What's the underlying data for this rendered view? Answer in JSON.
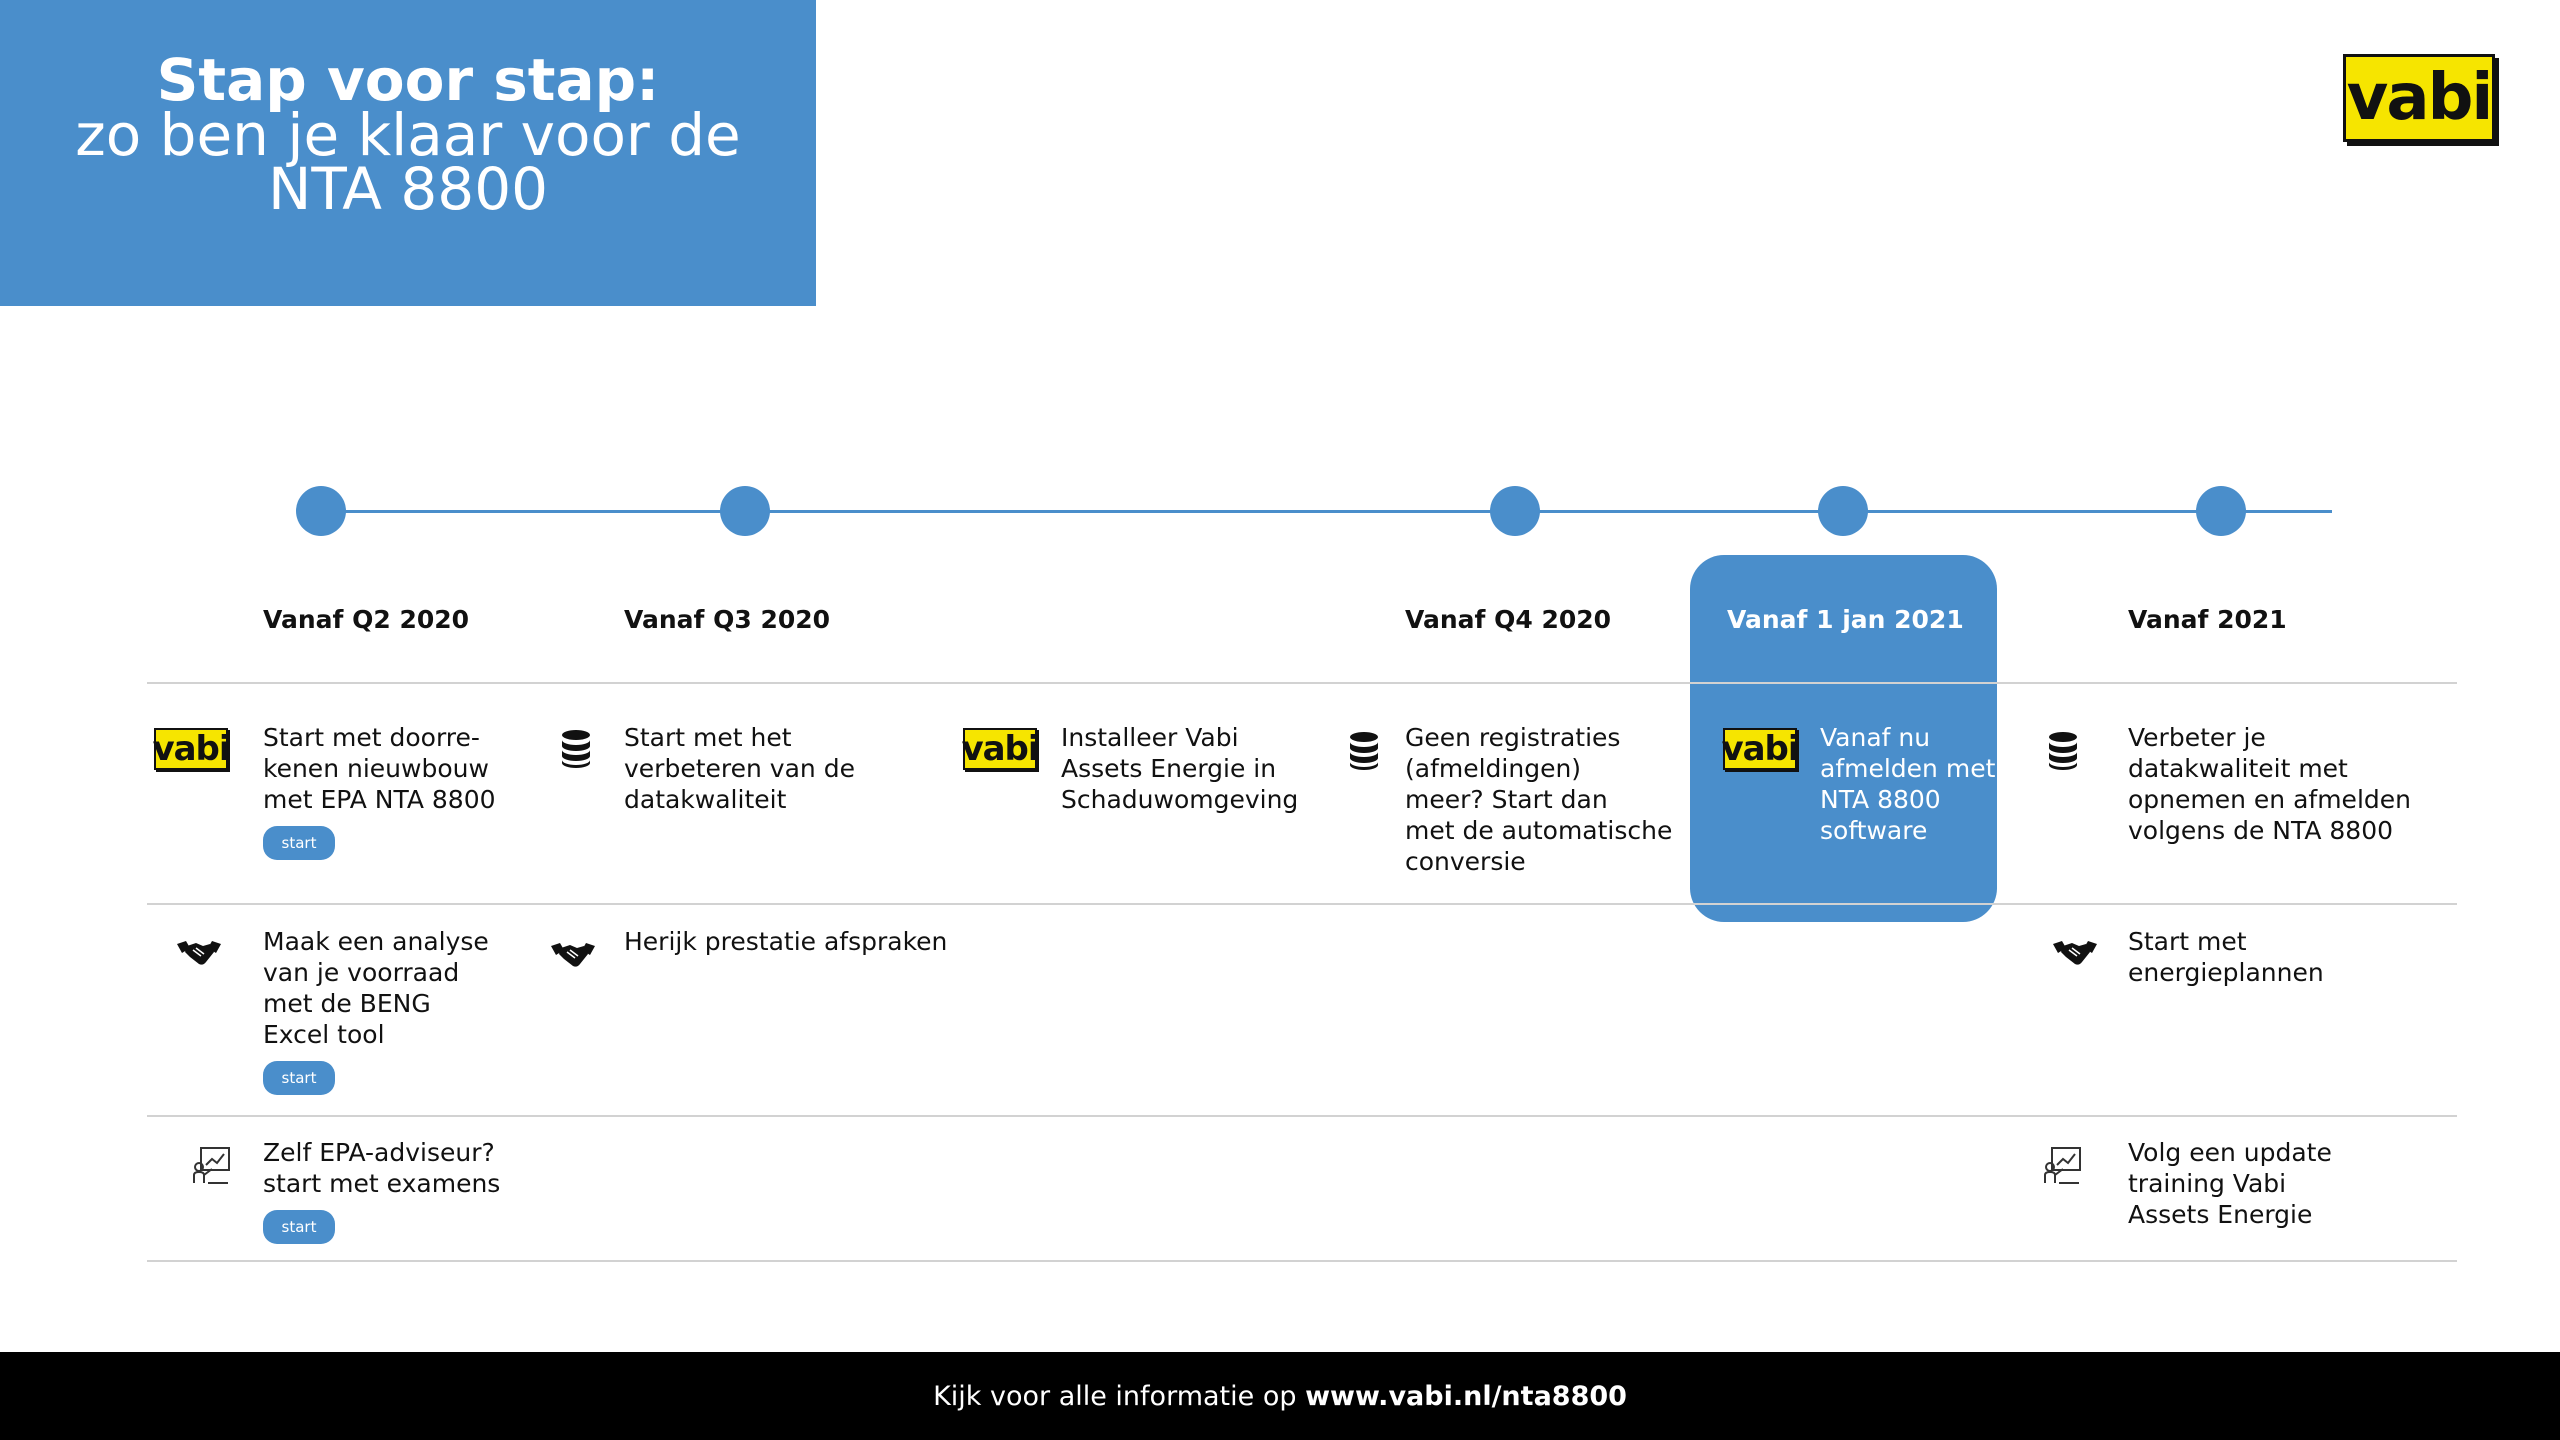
{
  "hero": {
    "line1": "Stap voor stap:",
    "line2": "zo ben je klaar voor de",
    "line3": "NTA 8800"
  },
  "brand": {
    "logo_text": "vabi"
  },
  "columns": [
    "Vanaf Q2 2020",
    "Vanaf Q3 2020",
    "Vanaf Q4 2020",
    "Vanaf 1 jan 2021",
    "Vanaf 2021"
  ],
  "rows": {
    "row1": {
      "c1": [
        "Start met doorre-",
        "kenen nieuwbouw",
        "met EPA NTA 8800"
      ],
      "c2": [
        "Start met het",
        "verbeteren van de",
        "datakwaliteit"
      ],
      "c3": [
        "Installeer Vabi",
        "Assets Energie in",
        "Schaduwomgeving"
      ],
      "c4": [
        "Geen registraties",
        "(afmeldingen)",
        "meer? Start dan",
        "met de automatische",
        "conversie"
      ],
      "c5": [
        "Vanaf nu",
        "afmelden met",
        "NTA 8800",
        "software"
      ],
      "c6": [
        "Verbeter je",
        "datakwaliteit met",
        "opnemen en afmelden",
        "volgens de NTA 8800"
      ]
    },
    "row2": {
      "c1": [
        "Maak een analyse",
        "van je voorraad",
        "met de BENG",
        "Excel tool"
      ],
      "c2": [
        "Herijk prestatie afspraken"
      ],
      "c6": [
        "Start met",
        "energieplannen"
      ]
    },
    "row3": {
      "c1": [
        "Zelf EPA-adviseur?",
        "start met examens"
      ],
      "c6": [
        "Volg een update",
        "training Vabi",
        "Assets Energie"
      ]
    }
  },
  "start_label": "start",
  "icons": {
    "database": "database-icon",
    "handshake": "handshake-icon",
    "training": "presentation-icon"
  },
  "footer": {
    "prefix": "Kijk voor alle informatie op ",
    "link": "www.vabi.nl/nta8800"
  },
  "colors": {
    "accent_blue": "#4a8ecb",
    "logo_yellow": "#f6e500",
    "footer_bg": "#000000"
  }
}
